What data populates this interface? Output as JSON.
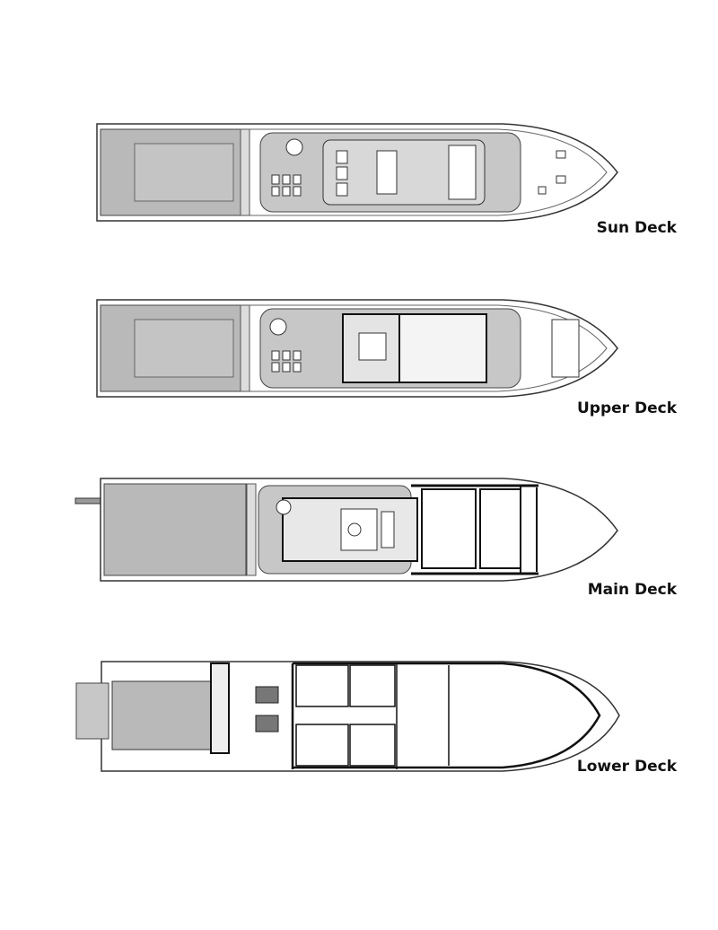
{
  "decks": [
    {
      "label": "Sun Deck"
    },
    {
      "label": "Upper Deck"
    },
    {
      "label": "Main Deck"
    },
    {
      "label": "Lower Deck"
    }
  ],
  "colors": {
    "hull_line": "#333333",
    "deck_fill": "#b9b9b9",
    "interior_fill": "#e4e4e4",
    "wall": "#111111"
  }
}
